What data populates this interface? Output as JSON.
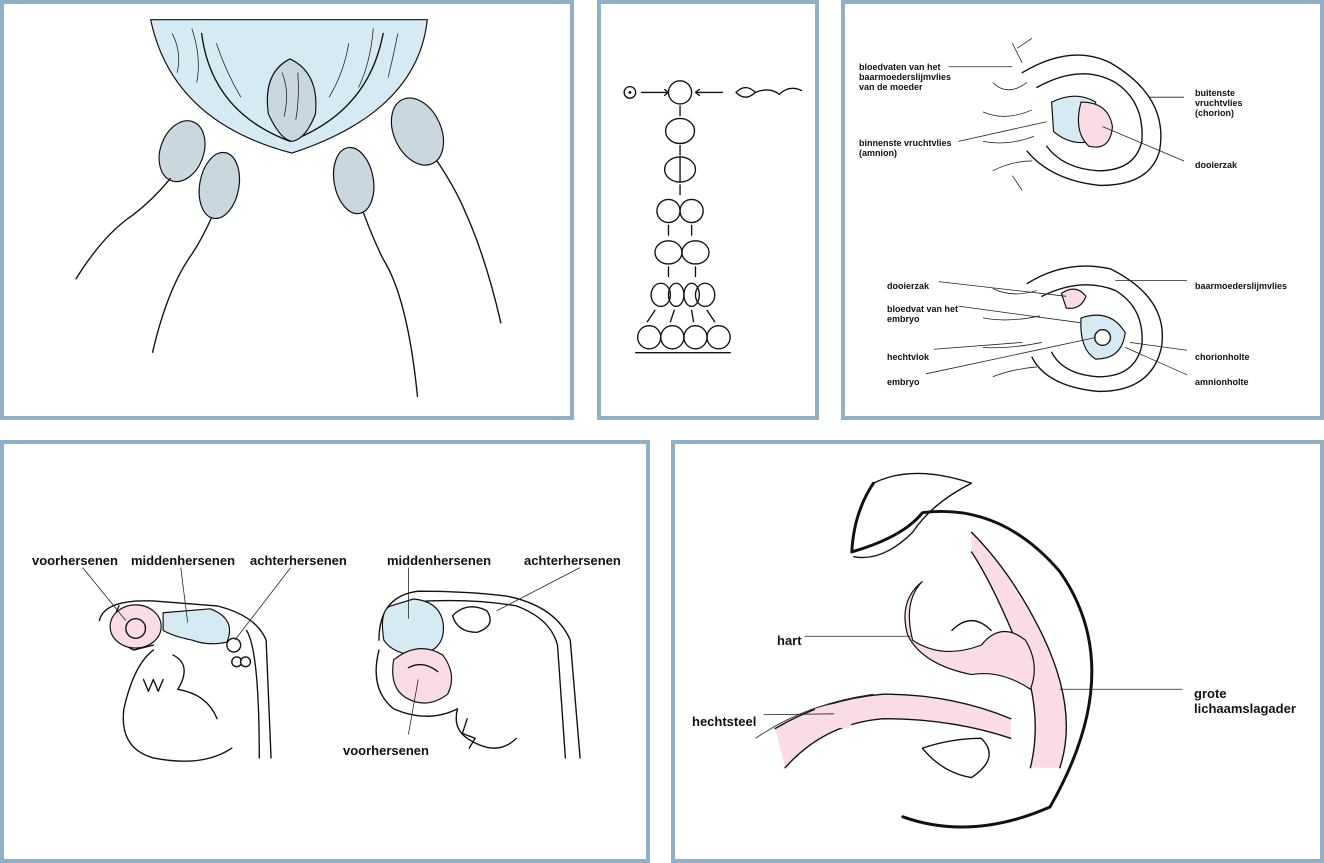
{
  "panels": {
    "fertilization": {},
    "cleavage": {},
    "membranes": {
      "top": {
        "maternal_vessels": "bloedvaten van het baarmoederslijmvlies van de moeder",
        "inner_membrane": "binnenste vruchtvlies (amnion)",
        "outer_membrane": "buitenste vruchtvlies (chorion)",
        "yolk_sac": "dooierzak"
      },
      "bottom": {
        "yolk_sac": "dooierzak",
        "embryo_vessel": "bloedvat van het embryo",
        "villus": "hechtvlok",
        "embryo": "embryo",
        "uterine_lining": "baarmoederslijmvlies",
        "chorion_cavity": "chorionholte",
        "amnion_cavity": "amnionholte"
      }
    },
    "brain": {
      "left": {
        "forebrain": "voorhersenen",
        "midbrain": "middenhersenen",
        "hindbrain": "achterhersenen"
      },
      "right": {
        "midbrain": "middenhersenen",
        "hindbrain": "achterhersenen",
        "forebrain": "voorhersenen"
      }
    },
    "heart": {
      "heart": "hart",
      "stalk": "hechtsteel",
      "aorta": "grote lichaamslagader"
    }
  },
  "colors": {
    "frame": "#8fb0c6",
    "blue_fill": "#d6eaf4",
    "pink_fill": "#f9dce4"
  }
}
